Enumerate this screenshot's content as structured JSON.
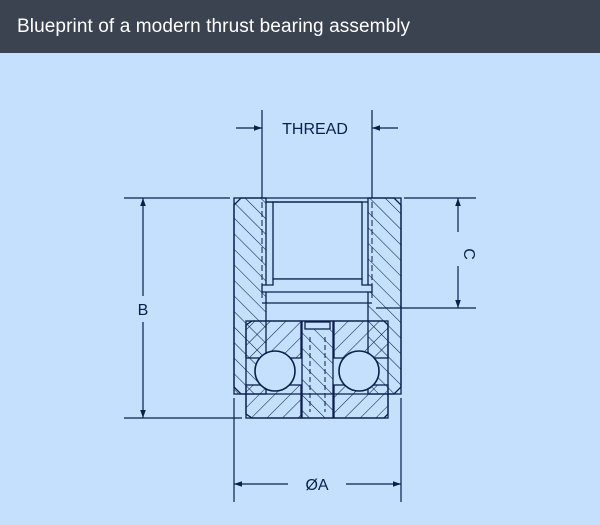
{
  "header": {
    "title": "Blueprint of a modern thrust bearing assembly"
  },
  "diagram": {
    "labels": {
      "thread": "THREAD",
      "dim_c": "C",
      "dim_b": "B",
      "dim_a": "ØA"
    },
    "colors": {
      "background": "#c5e0fc",
      "ink": "#0b1f4d",
      "header": "#3b4350"
    }
  }
}
